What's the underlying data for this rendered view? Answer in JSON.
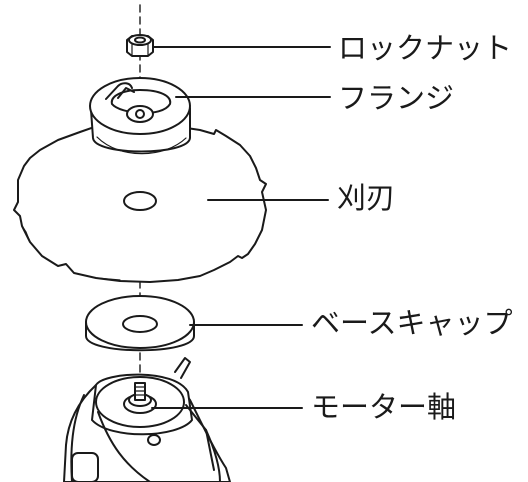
{
  "labels": {
    "lock_nut": "ロックナット",
    "flange": "フランジ",
    "blade": "刈刃",
    "base_cap": "ベースキャップ",
    "motor_shaft": "モーター軸"
  },
  "colors": {
    "line": "#1a1a1a",
    "fill": "#ffffff"
  }
}
